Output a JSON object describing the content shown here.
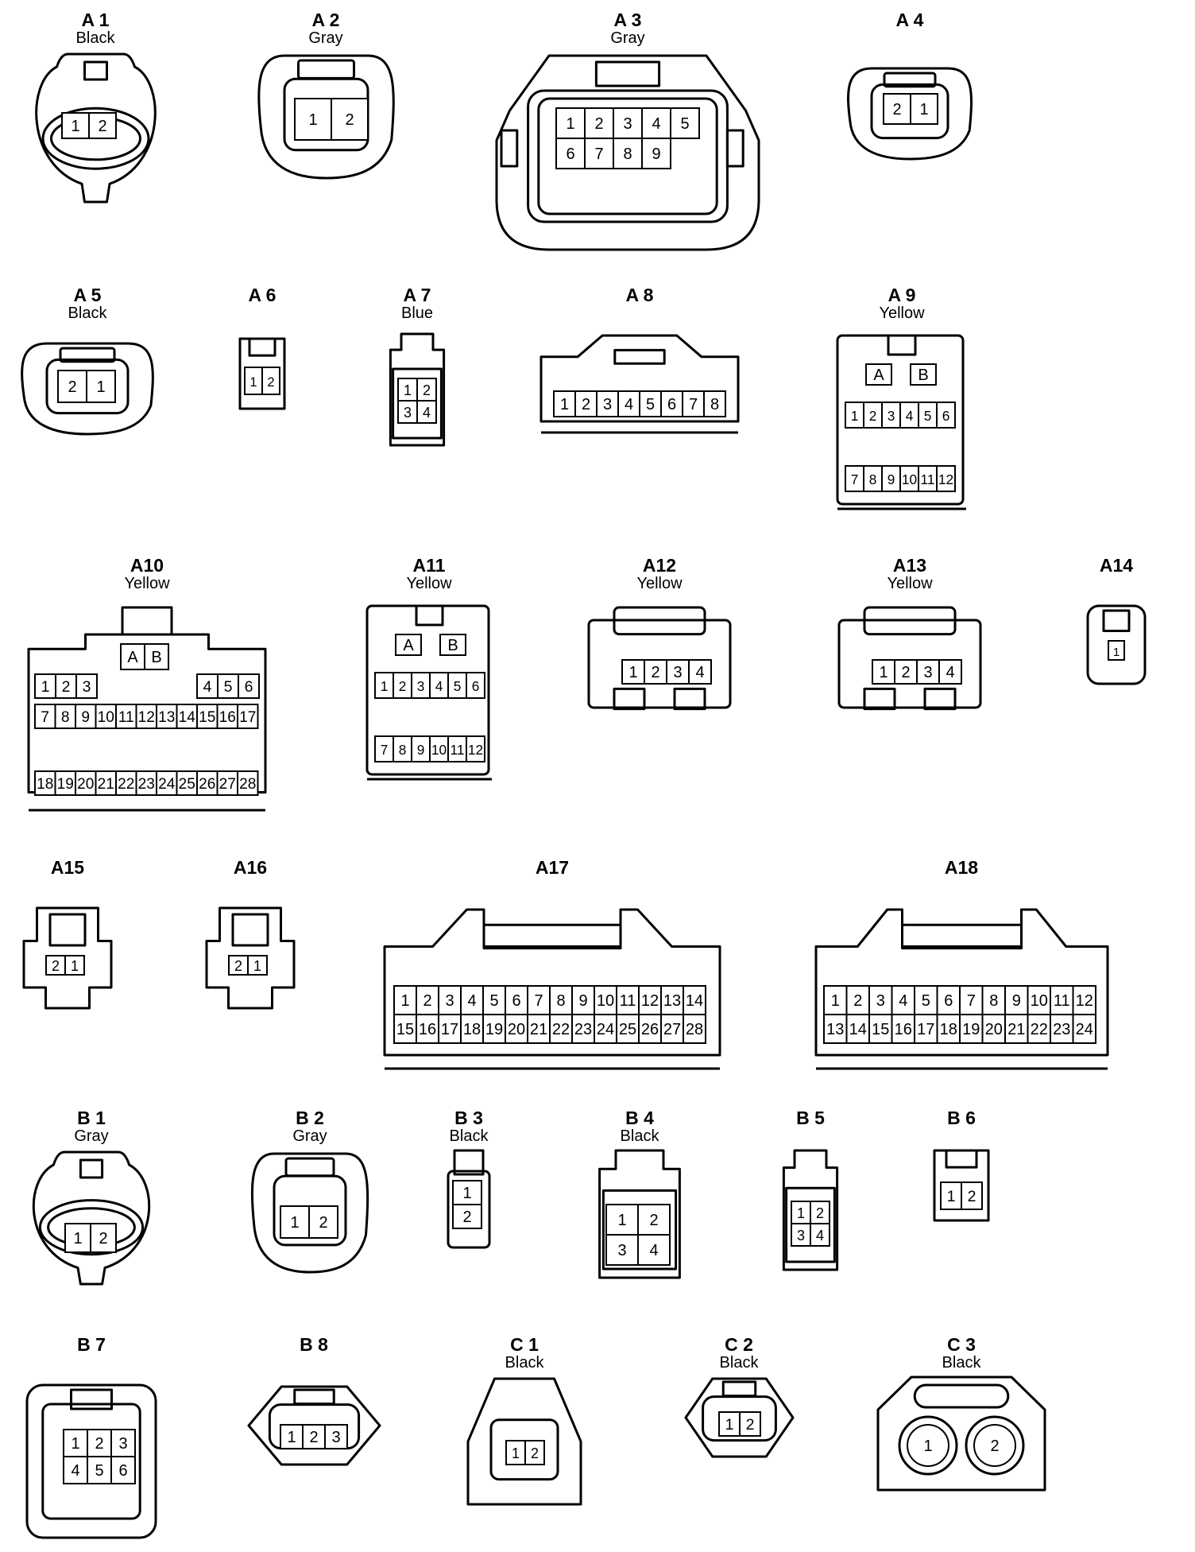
{
  "connectors": [
    {
      "id": "A1",
      "label": "A 1",
      "color": "Black",
      "pins": [
        "1",
        "2"
      ]
    },
    {
      "id": "A2",
      "label": "A 2",
      "color": "Gray",
      "pins": [
        "1",
        "2"
      ]
    },
    {
      "id": "A3",
      "label": "A 3",
      "color": "Gray",
      "pins": [
        "1",
        "2",
        "3",
        "4",
        "5",
        "6",
        "7",
        "8",
        "9"
      ]
    },
    {
      "id": "A4",
      "label": "A 4",
      "color": "",
      "pins": [
        "2",
        "1"
      ]
    },
    {
      "id": "A5",
      "label": "A 5",
      "color": "Black",
      "pins": [
        "2",
        "1"
      ]
    },
    {
      "id": "A6",
      "label": "A 6",
      "color": "",
      "pins": [
        "1",
        "2"
      ]
    },
    {
      "id": "A7",
      "label": "A 7",
      "color": "Blue",
      "pins": [
        "1",
        "2",
        "3",
        "4"
      ]
    },
    {
      "id": "A8",
      "label": "A 8",
      "color": "",
      "pins": [
        "1",
        "2",
        "3",
        "4",
        "5",
        "6",
        "7",
        "8"
      ]
    },
    {
      "id": "A9",
      "label": "A 9",
      "color": "Yellow",
      "pins": [
        "A",
        "B",
        "1",
        "2",
        "3",
        "4",
        "5",
        "6",
        "7",
        "8",
        "9",
        "10",
        "11",
        "12"
      ]
    },
    {
      "id": "A10",
      "label": "A10",
      "color": "Yellow",
      "pins": [
        "A",
        "B",
        "1",
        "2",
        "3",
        "4",
        "5",
        "6",
        "7",
        "8",
        "9",
        "10",
        "11",
        "12",
        "13",
        "14",
        "15",
        "16",
        "17",
        "18",
        "19",
        "20",
        "21",
        "22",
        "23",
        "24",
        "25",
        "26",
        "27",
        "28"
      ]
    },
    {
      "id": "A11",
      "label": "A11",
      "color": "Yellow",
      "pins": [
        "A",
        "B",
        "1",
        "2",
        "3",
        "4",
        "5",
        "6",
        "7",
        "8",
        "9",
        "10",
        "11",
        "12"
      ]
    },
    {
      "id": "A12",
      "label": "A12",
      "color": "Yellow",
      "pins": [
        "1",
        "2",
        "3",
        "4"
      ]
    },
    {
      "id": "A13",
      "label": "A13",
      "color": "Yellow",
      "pins": [
        "1",
        "2",
        "3",
        "4"
      ]
    },
    {
      "id": "A14",
      "label": "A14",
      "color": "",
      "pins": [
        "1"
      ]
    },
    {
      "id": "A15",
      "label": "A15",
      "color": "",
      "pins": [
        "2",
        "1"
      ]
    },
    {
      "id": "A16",
      "label": "A16",
      "color": "",
      "pins": [
        "2",
        "1"
      ]
    },
    {
      "id": "A17",
      "label": "A17",
      "color": "",
      "pins": [
        "1",
        "2",
        "3",
        "4",
        "5",
        "6",
        "7",
        "8",
        "9",
        "10",
        "11",
        "12",
        "13",
        "14",
        "15",
        "16",
        "17",
        "18",
        "19",
        "20",
        "21",
        "22",
        "23",
        "24",
        "25",
        "26",
        "27",
        "28"
      ]
    },
    {
      "id": "A18",
      "label": "A18",
      "color": "",
      "pins": [
        "1",
        "2",
        "3",
        "4",
        "5",
        "6",
        "7",
        "8",
        "9",
        "10",
        "11",
        "12",
        "13",
        "14",
        "15",
        "16",
        "17",
        "18",
        "19",
        "20",
        "21",
        "22",
        "23",
        "24"
      ]
    },
    {
      "id": "B1",
      "label": "B 1",
      "color": "Gray",
      "pins": [
        "1",
        "2"
      ]
    },
    {
      "id": "B2",
      "label": "B 2",
      "color": "Gray",
      "pins": [
        "1",
        "2"
      ]
    },
    {
      "id": "B3",
      "label": "B 3",
      "color": "Black",
      "pins": [
        "1",
        "2"
      ]
    },
    {
      "id": "B4",
      "label": "B 4",
      "color": "Black",
      "pins": [
        "1",
        "2",
        "3",
        "4"
      ]
    },
    {
      "id": "B5",
      "label": "B 5",
      "color": "",
      "pins": [
        "1",
        "2",
        "3",
        "4"
      ]
    },
    {
      "id": "B6",
      "label": "B 6",
      "color": "",
      "pins": [
        "1",
        "2"
      ]
    },
    {
      "id": "B7",
      "label": "B 7",
      "color": "",
      "pins": [
        "1",
        "2",
        "3",
        "4",
        "5",
        "6"
      ]
    },
    {
      "id": "B8",
      "label": "B 8",
      "color": "",
      "pins": [
        "1",
        "2",
        "3"
      ]
    },
    {
      "id": "C1",
      "label": "C 1",
      "color": "Black",
      "pins": [
        "1",
        "2"
      ]
    },
    {
      "id": "C2",
      "label": "C 2",
      "color": "Black",
      "pins": [
        "1",
        "2"
      ]
    },
    {
      "id": "C3",
      "label": "C 3",
      "color": "Black",
      "pins": [
        "1",
        "2"
      ]
    }
  ]
}
